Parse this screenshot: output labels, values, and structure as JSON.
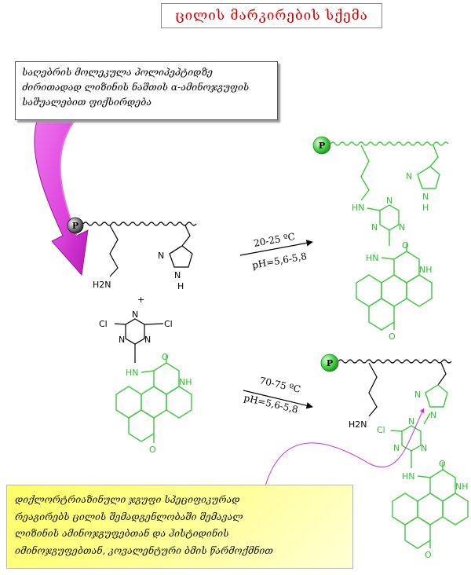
{
  "title": "ცილის მარკირების სქემა",
  "note": {
    "lines": [
      "საღებრის მოლეკულა პოლიპეპტიდზე",
      "ძირითადად ლიზინის ნაშთის α-ამინოჯგუფის",
      "საშუალებით ფიქსირდება"
    ]
  },
  "info": {
    "lines": [
      "დიქლორტრიაზინული ჯგუფი სპეციფიკურად",
      "რეაგირებს ცილის შემადგენლობაში შემავალ",
      "ლიზინის ამინოჯგუფებთან და ჰისტიდინის",
      "იმინოჯგუფებთან, კოვალენტური ბმის წარმოქმნით"
    ]
  },
  "reagent": {
    "protein_label": "P",
    "amine": "H2N",
    "imidazole_nh": "H",
    "plus": "+",
    "cl": "Cl",
    "n": "N",
    "hn": "HN",
    "nh": "NH",
    "o": "O"
  },
  "reaction1": {
    "temp": "20-25 ºC",
    "ph": "pH=5,6-5,8"
  },
  "reaction2": {
    "temp": "70-75 ºC",
    "ph": "pH=5,6-5,8"
  },
  "product1": {
    "protein_label": "P",
    "hn": "HN",
    "n": "N",
    "nh": "NH",
    "h": "H",
    "o": "O"
  },
  "product2": {
    "protein_label": "P",
    "h2n": "H2N",
    "cl": "Cl",
    "n": "N",
    "hn": "HN",
    "nh": "NH",
    "o": "O"
  },
  "colors": {
    "title": "#d40000",
    "dye": "#3ec83e",
    "protein_ball": "#55dd55",
    "arrow": "#cc33cc",
    "note_bg": "#ffff66"
  }
}
